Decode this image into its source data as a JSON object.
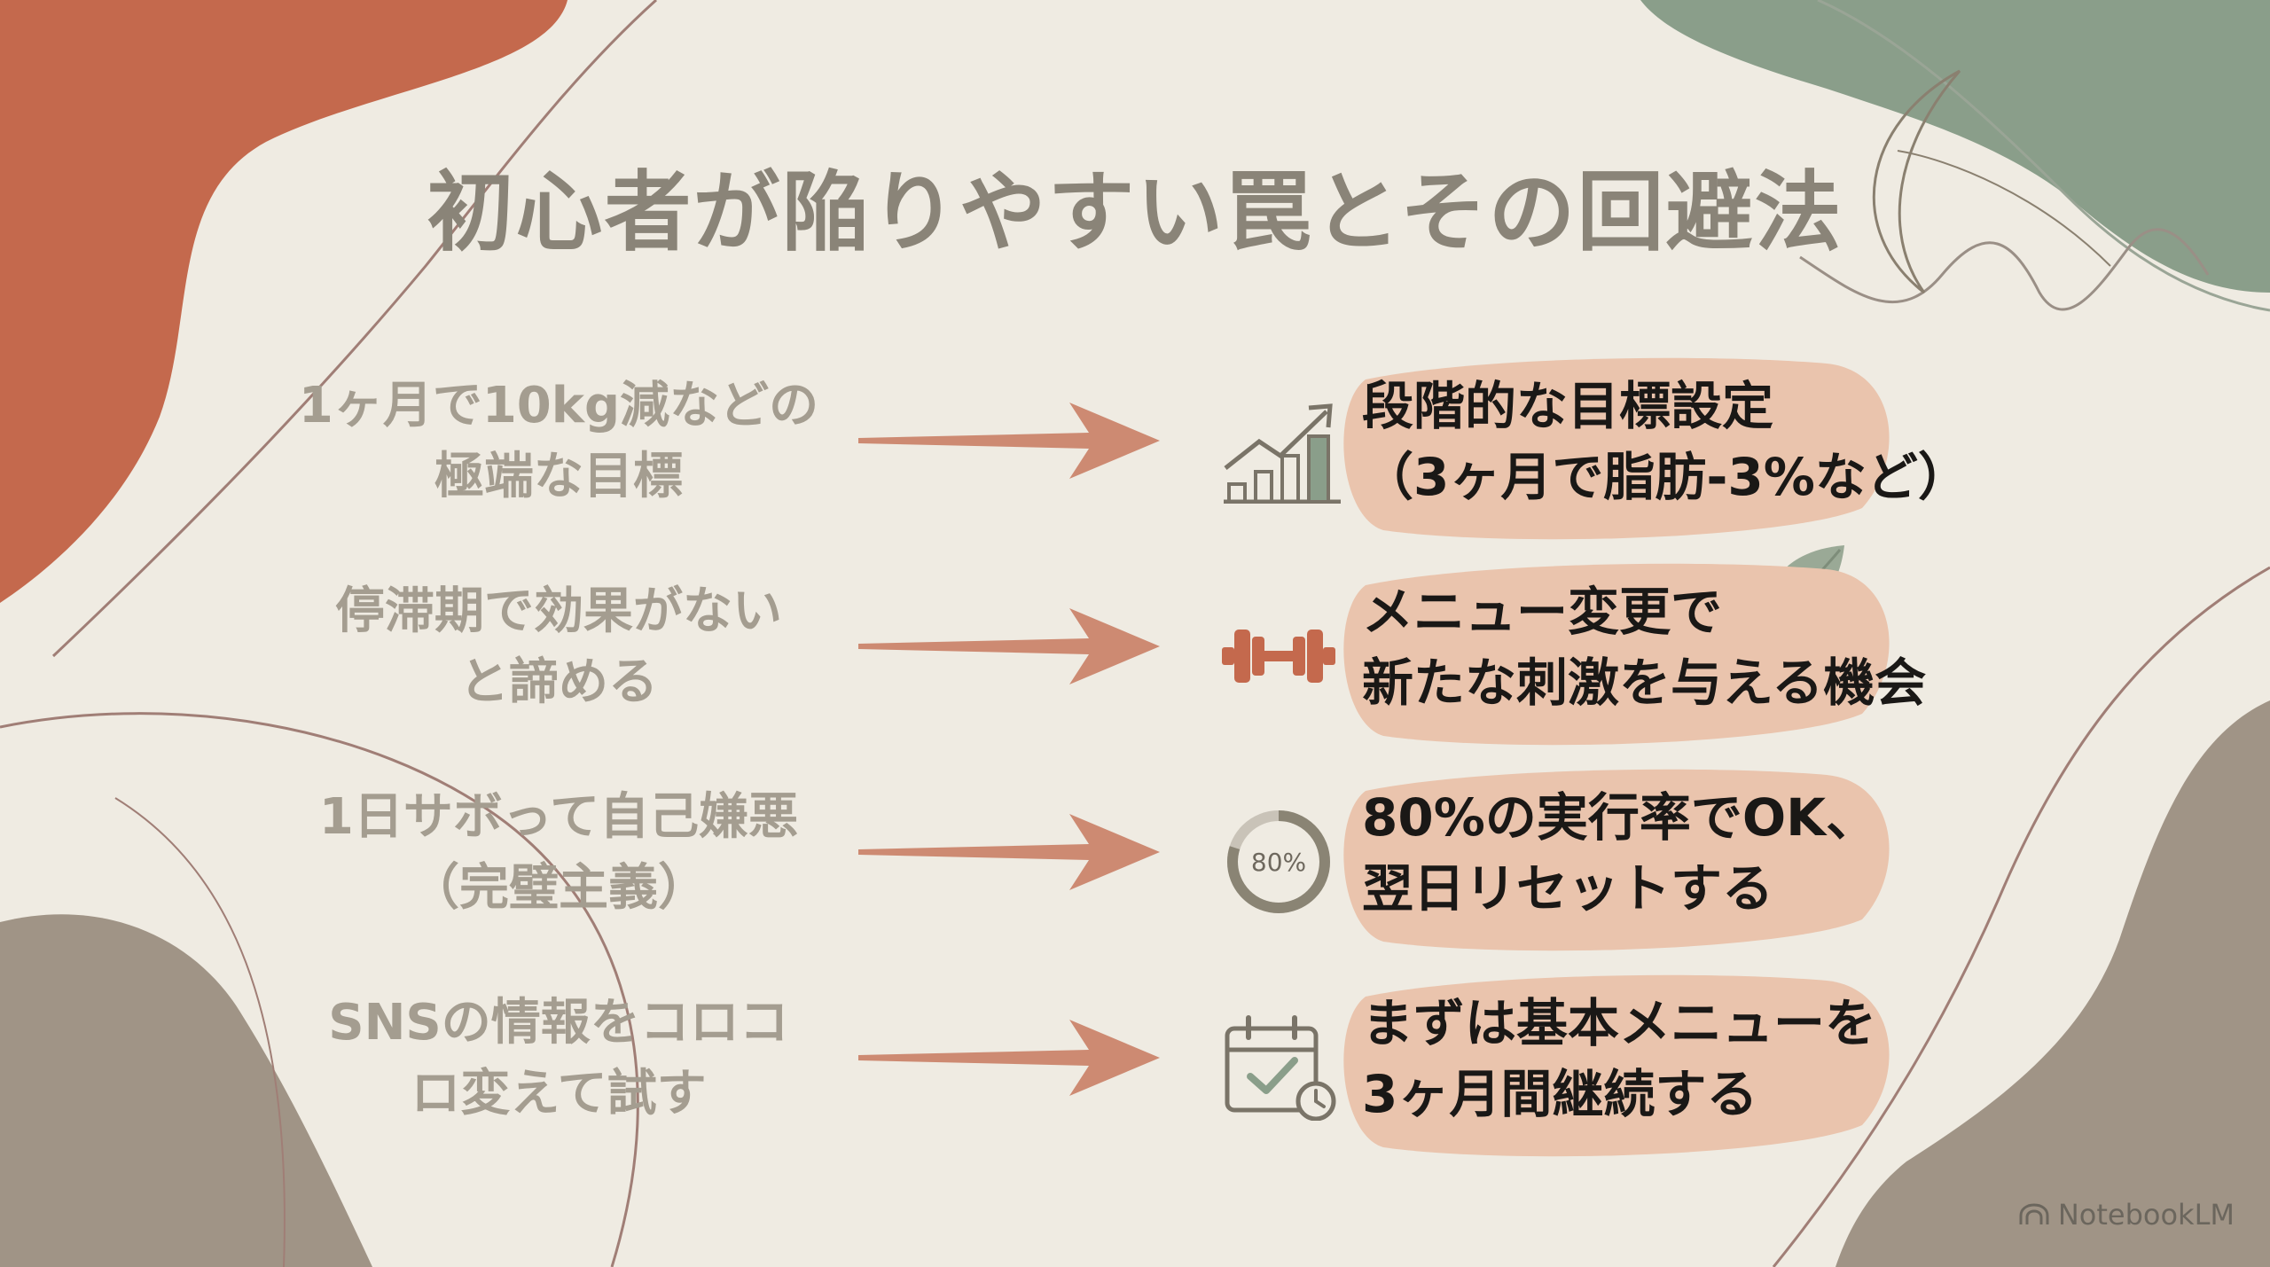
{
  "title": "初心者が陥りやすい罠とその回避法",
  "items": [
    {
      "problem": [
        "1ヶ月で10kg減などの",
        "極端な目標"
      ],
      "icon": "growth-chart-icon",
      "solution": [
        "段階的な目標設定",
        "（3ヶ月で脂肪-3%など）"
      ]
    },
    {
      "problem": [
        "停滞期で効果がない",
        "と諦める"
      ],
      "icon": "dumbbell-icon",
      "solution": [
        "メニュー変更で",
        "新たな刺激を与える機会"
      ]
    },
    {
      "problem": [
        "1日サボって自己嫌悪",
        "（完璧主義）"
      ],
      "icon": "progress-ring-icon",
      "icon_text": "80%",
      "solution": [
        "80%の実行率でOK、",
        "翌日リセットする"
      ]
    },
    {
      "problem": [
        "SNSの情報をコロコ",
        "ロ変えて試す"
      ],
      "icon": "calendar-check-icon",
      "solution": [
        "まずは基本メニューを",
        "3ヶ月間継続する"
      ]
    }
  ],
  "brand": "NotebookLM",
  "colors": {
    "background": "#efebe2",
    "terracotta": "#c4694d",
    "sage": "#8a9e8a",
    "taupe": "#a09486",
    "arrow": "#cd8a72",
    "highlight": "#eac4ad",
    "title": "#8a8478",
    "problem_text": "#a49d90",
    "solution_text": "#1a1816"
  }
}
